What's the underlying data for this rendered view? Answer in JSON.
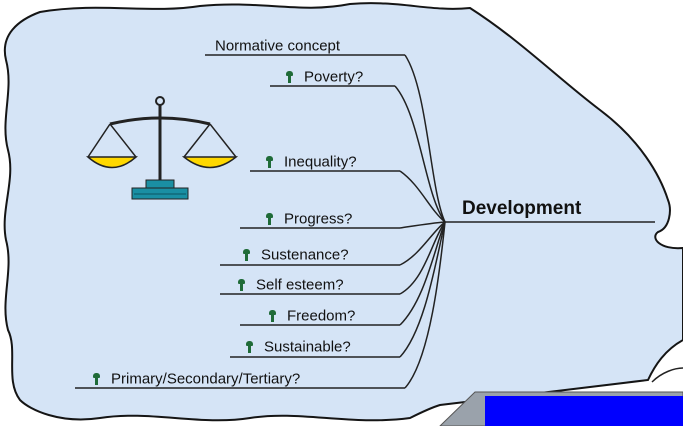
{
  "diagram": {
    "center_label": "Development",
    "header_label": "Normative concept",
    "items": [
      {
        "label": "Poverty?"
      },
      {
        "label": "Inequality?"
      },
      {
        "label": "Progress?"
      },
      {
        "label": "Sustenance?"
      },
      {
        "label": "Self esteem?"
      },
      {
        "label": "Freedom?"
      },
      {
        "label": "Sustainable?"
      },
      {
        "label": "Primary/Secondary/Tertiary?"
      }
    ],
    "icons": [
      "scales-icon",
      "pin-icon"
    ],
    "colors": {
      "cloud_fill": "#d5e4f6",
      "scale_pan": "#ffd800",
      "scale_base": "#1a8fa3",
      "pin": "#1f6b38",
      "box_blue": "#0000ff"
    }
  }
}
